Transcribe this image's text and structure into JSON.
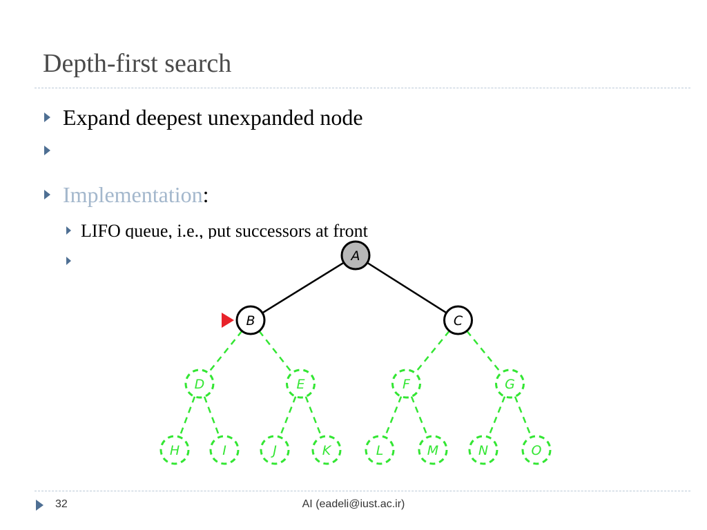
{
  "slide": {
    "title": "Depth-first search",
    "bullets": [
      {
        "text": "Expand deepest unexpanded node"
      },
      {
        "text": ""
      },
      {
        "highlight": "Implementation",
        "rest": ":"
      }
    ],
    "sub_bullets": [
      {
        "text": "LIFO queue, i.e., put successors at front"
      },
      {
        "text": ""
      }
    ]
  },
  "tree": {
    "nodes": [
      {
        "id": "A",
        "state": "expanded"
      },
      {
        "id": "B",
        "state": "frontier",
        "current": true
      },
      {
        "id": "C",
        "state": "frontier"
      },
      {
        "id": "D",
        "state": "unexplored"
      },
      {
        "id": "E",
        "state": "unexplored"
      },
      {
        "id": "F",
        "state": "unexplored"
      },
      {
        "id": "G",
        "state": "unexplored"
      },
      {
        "id": "H",
        "state": "unexplored"
      },
      {
        "id": "I",
        "state": "unexplored"
      },
      {
        "id": "J",
        "state": "unexplored"
      },
      {
        "id": "K",
        "state": "unexplored"
      },
      {
        "id": "L",
        "state": "unexplored"
      },
      {
        "id": "M",
        "state": "unexplored"
      },
      {
        "id": "N",
        "state": "unexplored"
      },
      {
        "id": "O",
        "state": "unexplored"
      }
    ],
    "edges": [
      [
        "A",
        "B"
      ],
      [
        "A",
        "C"
      ],
      [
        "B",
        "D"
      ],
      [
        "B",
        "E"
      ],
      [
        "C",
        "F"
      ],
      [
        "C",
        "G"
      ],
      [
        "D",
        "H"
      ],
      [
        "D",
        "I"
      ],
      [
        "E",
        "J"
      ],
      [
        "E",
        "K"
      ],
      [
        "F",
        "L"
      ],
      [
        "F",
        "M"
      ],
      [
        "G",
        "N"
      ],
      [
        "G",
        "O"
      ]
    ],
    "colors": {
      "expanded_fill": "#b8b8b8",
      "frontier_fill": "#ffffff",
      "explored_stroke": "#000000",
      "unexplored_stroke": "#33e633",
      "pointer": "#e8222a"
    }
  },
  "footer": {
    "page_number": "32",
    "credit": "AI (eadeli@iust.ac.ir)"
  }
}
